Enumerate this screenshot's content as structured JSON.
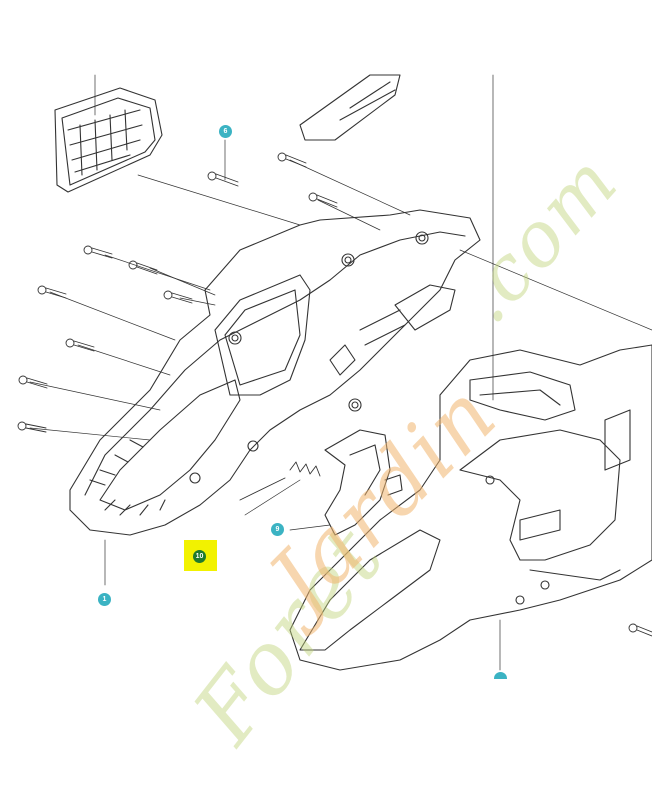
{
  "callouts": {
    "c1": "1",
    "c6": "6",
    "c9": "9",
    "c10": "10"
  },
  "watermark": {
    "part1": "Foret",
    "part2": "Jardin",
    "part3": ".com"
  },
  "colors": {
    "line": "#333333",
    "teal_callout": "#3bb3c3",
    "green_callout": "#1f7a2e",
    "highlight": "#f2f200"
  }
}
